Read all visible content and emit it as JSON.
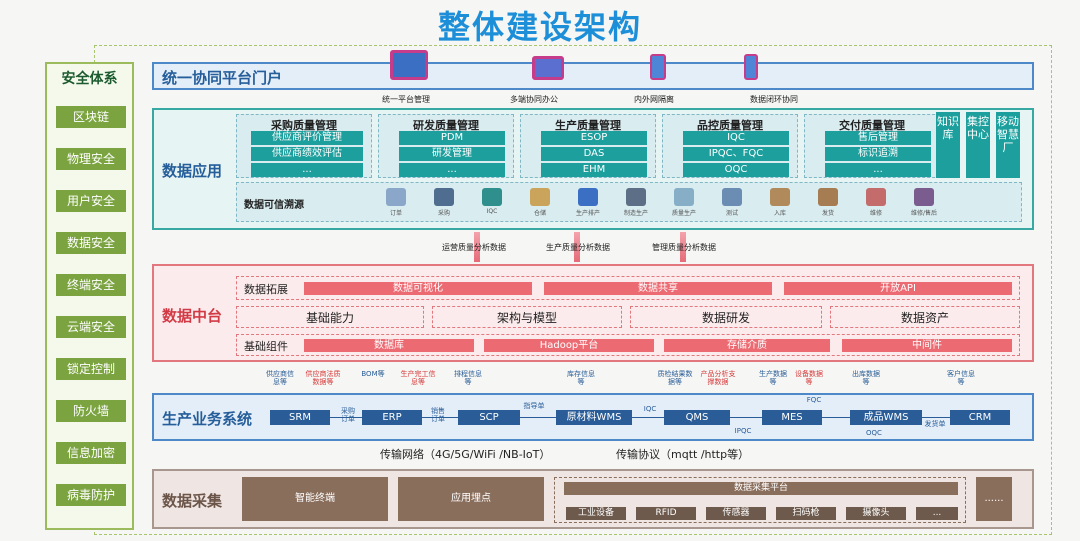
{
  "title": "整体建设架构",
  "security": {
    "title": "安全体系",
    "items": [
      "区块链",
      "物理安全",
      "用户安全",
      "数据安全",
      "终端安全",
      "云端安全",
      "锁定控制",
      "防火墙",
      "信息加密",
      "病毒防护"
    ]
  },
  "portal": {
    "label": "统一协同平台门户",
    "items": [
      "统一平台管理",
      "多端协同办公",
      "内外网隔离",
      "数据闭环协同"
    ]
  },
  "app": {
    "label": "数据应用",
    "modules": [
      {
        "title": "采购质量管理",
        "items": [
          "供应商评价管理",
          "供应商绩效评估",
          "..."
        ]
      },
      {
        "title": "研发质量管理",
        "items": [
          "PDM",
          "研发管理",
          "..."
        ]
      },
      {
        "title": "生产质量管理",
        "items": [
          "ESOP",
          "DAS",
          "EHM"
        ]
      },
      {
        "title": "品控质量管理",
        "items": [
          "IQC",
          "IPQC、FQC",
          "OQC"
        ]
      },
      {
        "title": "交付质量管理",
        "items": [
          "售后管理",
          "标识追溯",
          "..."
        ]
      }
    ],
    "side": [
      "知识库",
      "集控中心",
      "移动智慧厂"
    ],
    "trace_label": "数据可信溯源",
    "trace_items": [
      "订单",
      "采购",
      "IQC",
      "仓储",
      "生产排产",
      "制造生产",
      "质量生产",
      "测试",
      "入库",
      "发货",
      "维修",
      "维修/售后"
    ]
  },
  "flows": [
    "运营质量分析数据",
    "生产质量分析数据",
    "管理质量分析数据"
  ],
  "mid": {
    "label": "数据中台",
    "expand": "数据拓展",
    "expand_items": [
      "数据可视化",
      "数据共享",
      "开放API"
    ],
    "row2": [
      "基础能力",
      "架构与模型",
      "数据研发",
      "数据资产"
    ],
    "base": "基础组件",
    "base_items": [
      "数据库",
      "Hadoop平台",
      "存储介质",
      "中间件"
    ]
  },
  "prod": {
    "label": "生产业务系统",
    "nodes": [
      "SRM",
      "ERP",
      "SCP",
      "原材料WMS",
      "QMS",
      "MES",
      "成品WMS",
      "CRM"
    ],
    "edge_labels": [
      "采购订单",
      "销售订单",
      "指导单",
      "IQC",
      "FQC",
      "IPQC",
      "OQC",
      "发货单"
    ],
    "up_blue": [
      "供应商信息等",
      "BOM等",
      "排程信息等",
      "库存信息等",
      "质检结果数据等",
      "生产数据等",
      "出库数据等",
      "客户信息等"
    ],
    "up_red": [
      "供应商法质数据等",
      "生产完工信息等",
      "产品分析支撑数据",
      "设备数据等"
    ]
  },
  "network": "传输网络（4G/5G/WiFi /NB-IoT）",
  "protocol": "传输协议（mqtt /http等）",
  "collect": {
    "label": "数据采集",
    "boxes": [
      "智能终端",
      "应用埋点"
    ],
    "platform": "数据采集平台",
    "devices": [
      "工业设备",
      "RFID",
      "传感器",
      "扫码枪",
      "摄像头",
      "..."
    ],
    "more": "......"
  }
}
